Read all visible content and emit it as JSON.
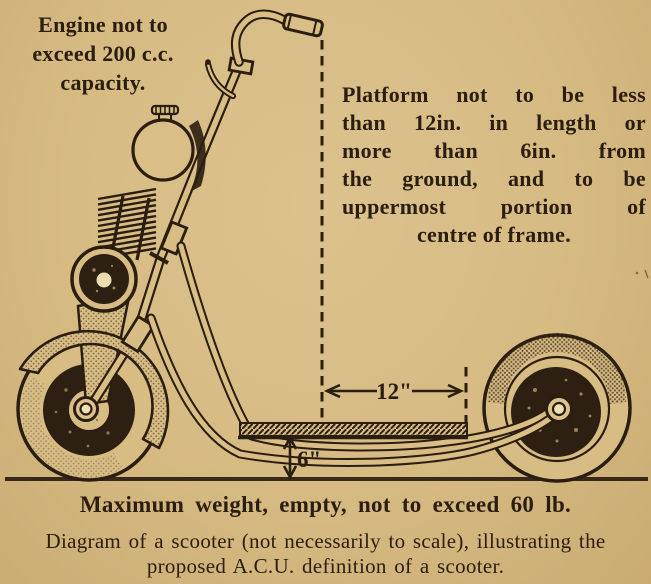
{
  "colors": {
    "paper_background": "#d6bb83",
    "ink": "#2b1d10",
    "dark_fill": "#2d2013"
  },
  "annotations": {
    "engine_note_lines": [
      "Engine not to",
      "exceed 200 c.c.",
      "capacity."
    ],
    "platform_note_lines": [
      "Platform not to be less",
      "than 12in. in length or",
      "more than 6in. from",
      "the ground, and to be",
      "uppermost portion of",
      "centre of frame."
    ],
    "platform_length_label": "12\"",
    "platform_height_label": "6\""
  },
  "footer": {
    "weight_note": "Maximum weight, empty, not to exceed 60 lb.",
    "caption_line1": "Diagram of a scooter (not necessarily to scale), illustrating the",
    "caption_line2": "proposed A.C.U. definition of a scooter."
  }
}
